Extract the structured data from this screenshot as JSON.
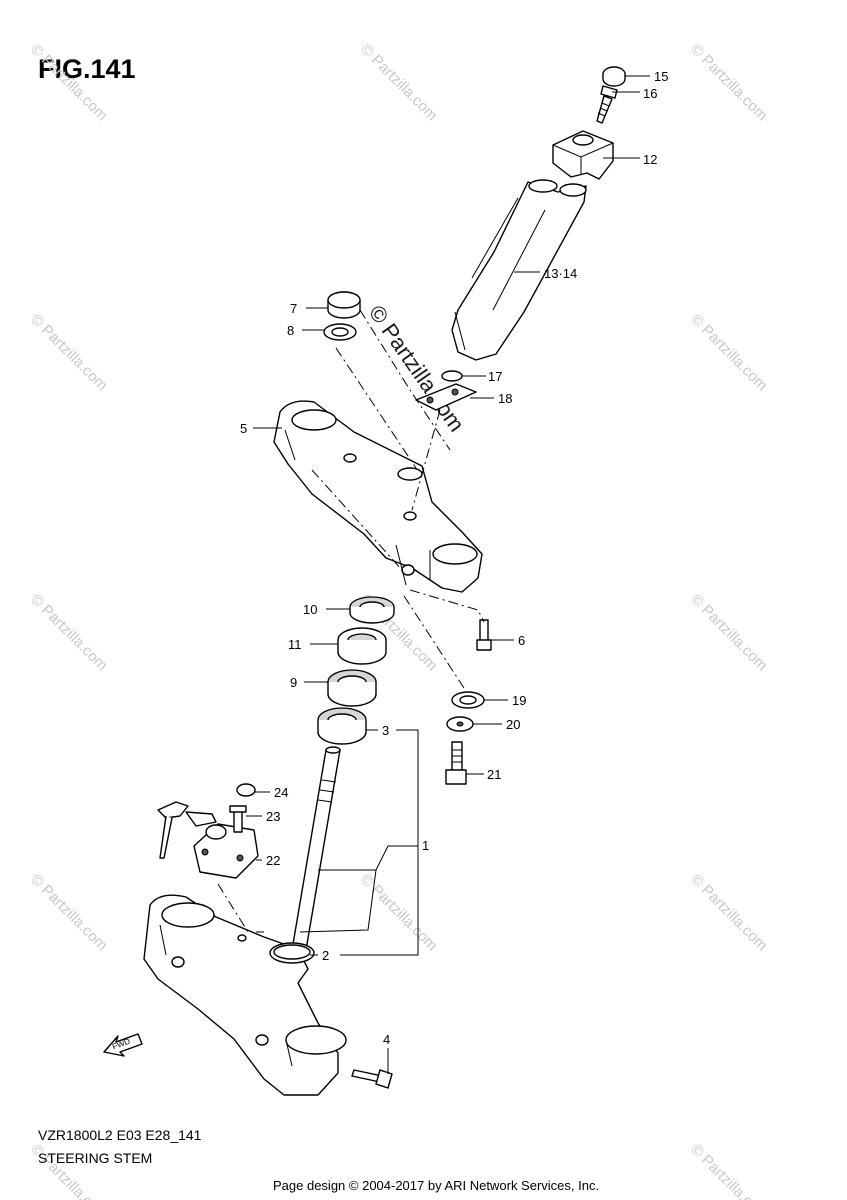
{
  "figure": {
    "title": "FIG.141",
    "model_code": "VZR1800L2 E03 E28_141",
    "section_name": "STEERING STEM",
    "footer": "Page design © 2004-2017 by ARI Network Services, Inc.",
    "watermark_text": "© Partzilla.com",
    "center_watermark": "© Partzilla.com",
    "fwd_label": "FWD"
  },
  "callouts": [
    {
      "id": "15",
      "label": "15"
    },
    {
      "id": "16",
      "label": "16"
    },
    {
      "id": "12",
      "label": "12"
    },
    {
      "id": "13-14",
      "label": "13·14"
    },
    {
      "id": "7",
      "label": "7"
    },
    {
      "id": "8",
      "label": "8"
    },
    {
      "id": "17",
      "label": "17"
    },
    {
      "id": "18",
      "label": "18"
    },
    {
      "id": "5",
      "label": "5"
    },
    {
      "id": "10",
      "label": "10"
    },
    {
      "id": "6",
      "label": "6"
    },
    {
      "id": "11",
      "label": "11"
    },
    {
      "id": "9",
      "label": "9"
    },
    {
      "id": "19",
      "label": "19"
    },
    {
      "id": "3",
      "label": "3"
    },
    {
      "id": "20",
      "label": "20"
    },
    {
      "id": "21",
      "label": "21"
    },
    {
      "id": "24",
      "label": "24"
    },
    {
      "id": "23",
      "label": "23"
    },
    {
      "id": "1",
      "label": "1"
    },
    {
      "id": "22",
      "label": "22"
    },
    {
      "id": "2",
      "label": "2"
    },
    {
      "id": "4",
      "label": "4"
    }
  ],
  "colors": {
    "line": "#000000",
    "watermark": "#c8c8c8",
    "part_fill": "#ffffff"
  }
}
